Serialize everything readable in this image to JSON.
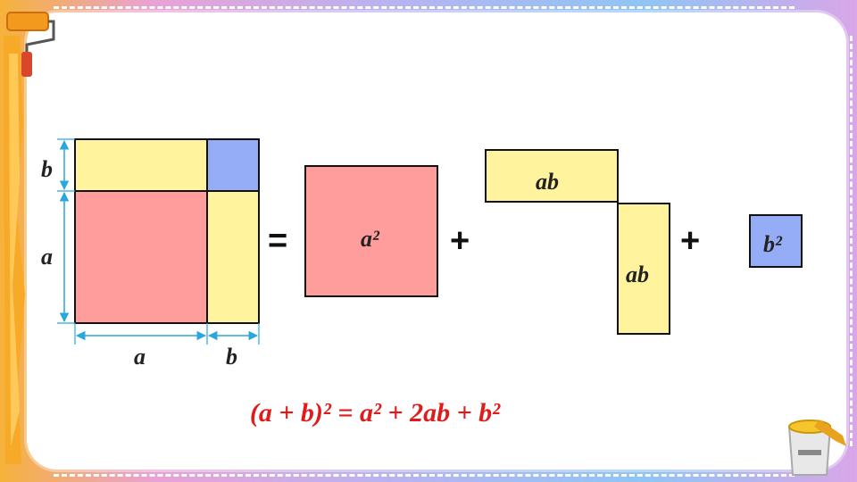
{
  "labels": {
    "left_side_b": "b",
    "left_side_a": "a",
    "bottom_a": "a",
    "bottom_b": "b",
    "a_squared": "a²",
    "ab_top": "ab",
    "ab_bottom": "ab",
    "b_squared": "b²"
  },
  "operators": {
    "equals": "=",
    "plus_1": "+",
    "plus_2": "+"
  },
  "formula": "(a + b)² = a² + 2ab + b²",
  "colors": {
    "red_region": "#ff9c9c",
    "yellow_region": "#fff39e",
    "blue_region": "#95acf6",
    "dimension_line": "#2aa7dc",
    "formula_text": "#e01b1b"
  },
  "icons": {
    "paint_roller": "paint-roller-icon",
    "paint_bucket": "paint-bucket-icon"
  }
}
